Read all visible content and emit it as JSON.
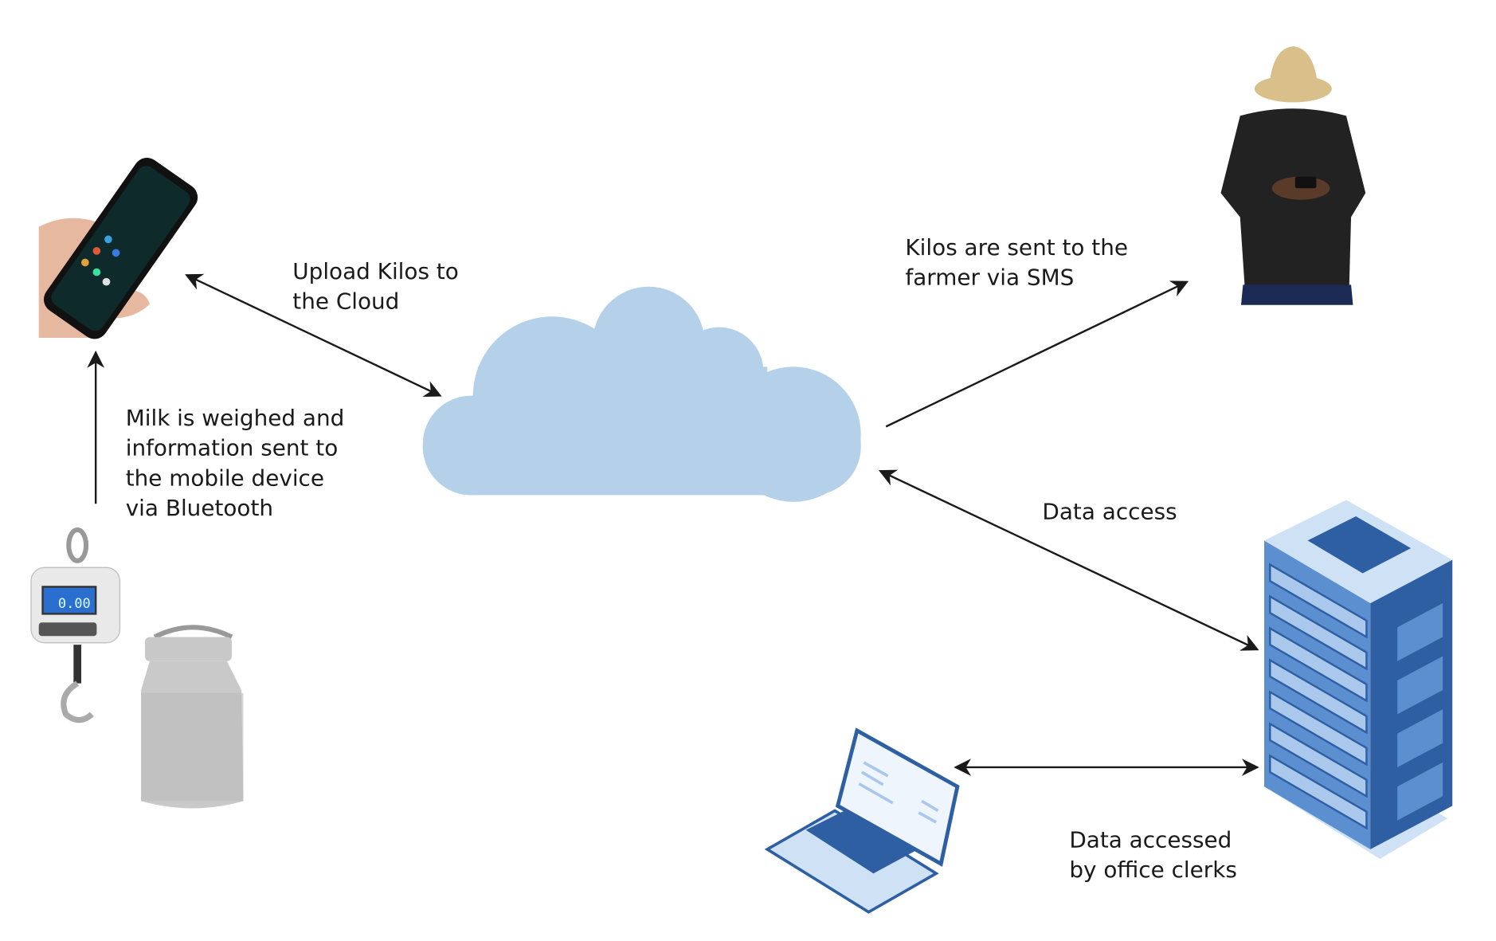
{
  "labels": {
    "upload": [
      "Upload Kilos to",
      "the Cloud"
    ],
    "weighed": [
      "Milk is weighed and",
      "information sent to",
      "the mobile device",
      "via Bluetooth"
    ],
    "sms": [
      "Kilos are sent to the",
      "farmer via SMS"
    ],
    "data_access": [
      "Data access"
    ],
    "clerks": [
      "Data accessed",
      "by office clerks"
    ]
  },
  "scale_display": "0.00",
  "colors": {
    "cloud": "#b5d1ea",
    "server_dark": "#2f5fa3",
    "server_light": "#cfe2f5",
    "arrow": "#1a1a1a"
  },
  "nodes": [
    "mobile-phone",
    "cloud",
    "farmer",
    "server",
    "laptop",
    "hanging-scale",
    "milk-can"
  ]
}
